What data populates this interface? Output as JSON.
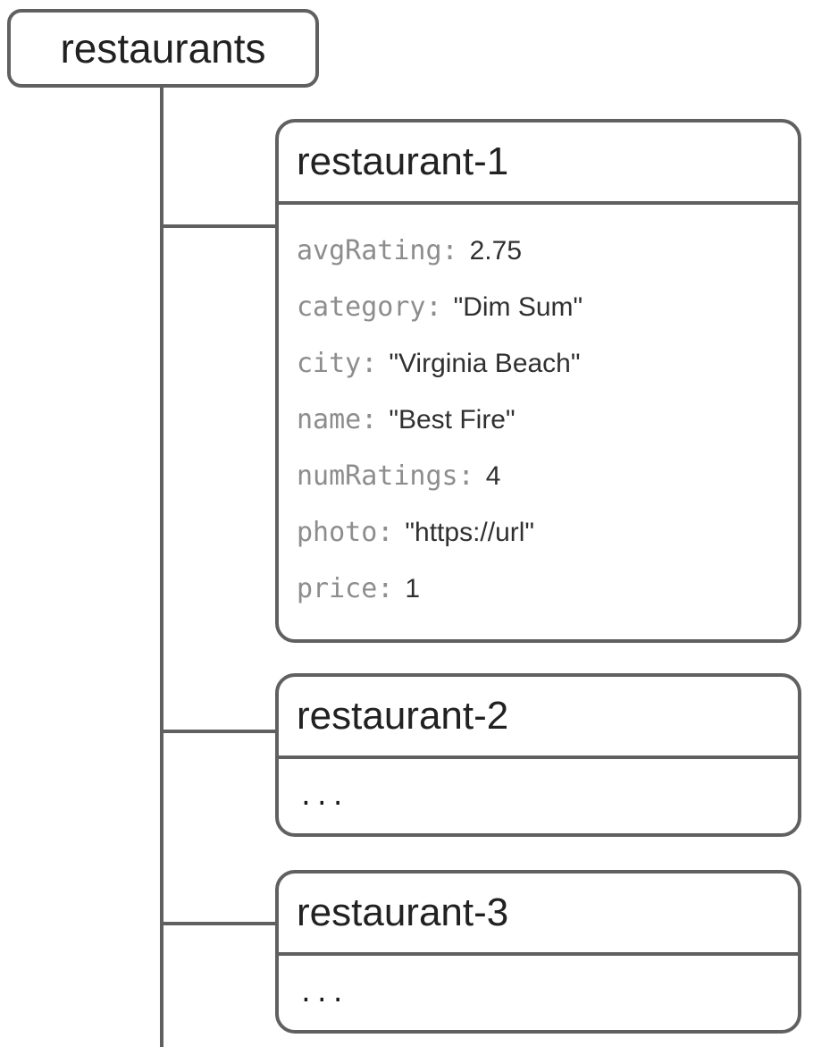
{
  "diagram": {
    "root": {
      "label": "restaurants"
    },
    "documents": [
      {
        "id": "restaurant-1",
        "fields": [
          {
            "key": "avgRating:",
            "value": "2.75"
          },
          {
            "key": "category:",
            "value": "\"Dim Sum\""
          },
          {
            "key": "city:",
            "value": "\"Virginia Beach\""
          },
          {
            "key": "name:",
            "value": "\"Best Fire\""
          },
          {
            "key": "numRatings:",
            "value": "4"
          },
          {
            "key": "photo:",
            "value": "\"https://url\""
          },
          {
            "key": "price:",
            "value": "1"
          }
        ]
      },
      {
        "id": "restaurant-2",
        "ellipsis": "..."
      },
      {
        "id": "restaurant-3",
        "ellipsis": "..."
      }
    ],
    "colors": {
      "line": "#606060",
      "title": "#212121",
      "key": "#8d8d8d",
      "value": "#303030"
    }
  }
}
